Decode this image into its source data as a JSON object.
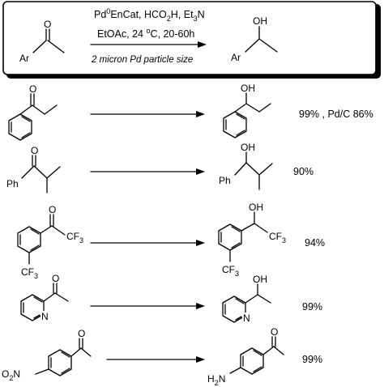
{
  "header": {
    "line1_pre": "Pd",
    "line1_sup": "0",
    "line1_mid": "EnCat, HCO",
    "line1_sub1": "2",
    "line1_mid2": "H, Et",
    "line1_sub2": "3",
    "line1_end": "N",
    "line2_pre": "EtOAc, 24 ",
    "line2_sup": "o",
    "line2_end": "C, 20-60h",
    "line3": "2 micron Pd particle size",
    "reactant_label": "Ar",
    "reactant_o": "O",
    "product_label": "Ar",
    "product_oh": "OH"
  },
  "rows": [
    {
      "yield": "99%",
      "extra": " , Pd/C 86%",
      "product_oh": "OH",
      "reactant_o": "O"
    },
    {
      "yield": "90%",
      "reactant_o": "O",
      "reactant_ph": "Ph",
      "product_oh": "OH",
      "product_ph": "Ph"
    },
    {
      "yield": "94%",
      "reactant_o": "O",
      "reactant_cf3": "CF",
      "reactant_cf3_sub": "3",
      "reactant_cf3b": "CF",
      "reactant_cf3b_sub": "3",
      "product_oh": "OH",
      "product_cf3": "CF",
      "product_cf3_sub": "3",
      "product_cf3b": "CF",
      "product_cf3b_sub": "3"
    },
    {
      "yield": "99%",
      "reactant_o": "O",
      "reactant_n": "N",
      "product_oh": "OH",
      "product_n": "N"
    },
    {
      "yield": "99%",
      "reactant_o": "O",
      "reactant_no2": "O",
      "reactant_no2_sub": "2",
      "reactant_no2_n": "N",
      "product_o": "O",
      "product_nh2": "H",
      "product_nh2_sub": "2",
      "product_nh2_n": "N"
    }
  ]
}
